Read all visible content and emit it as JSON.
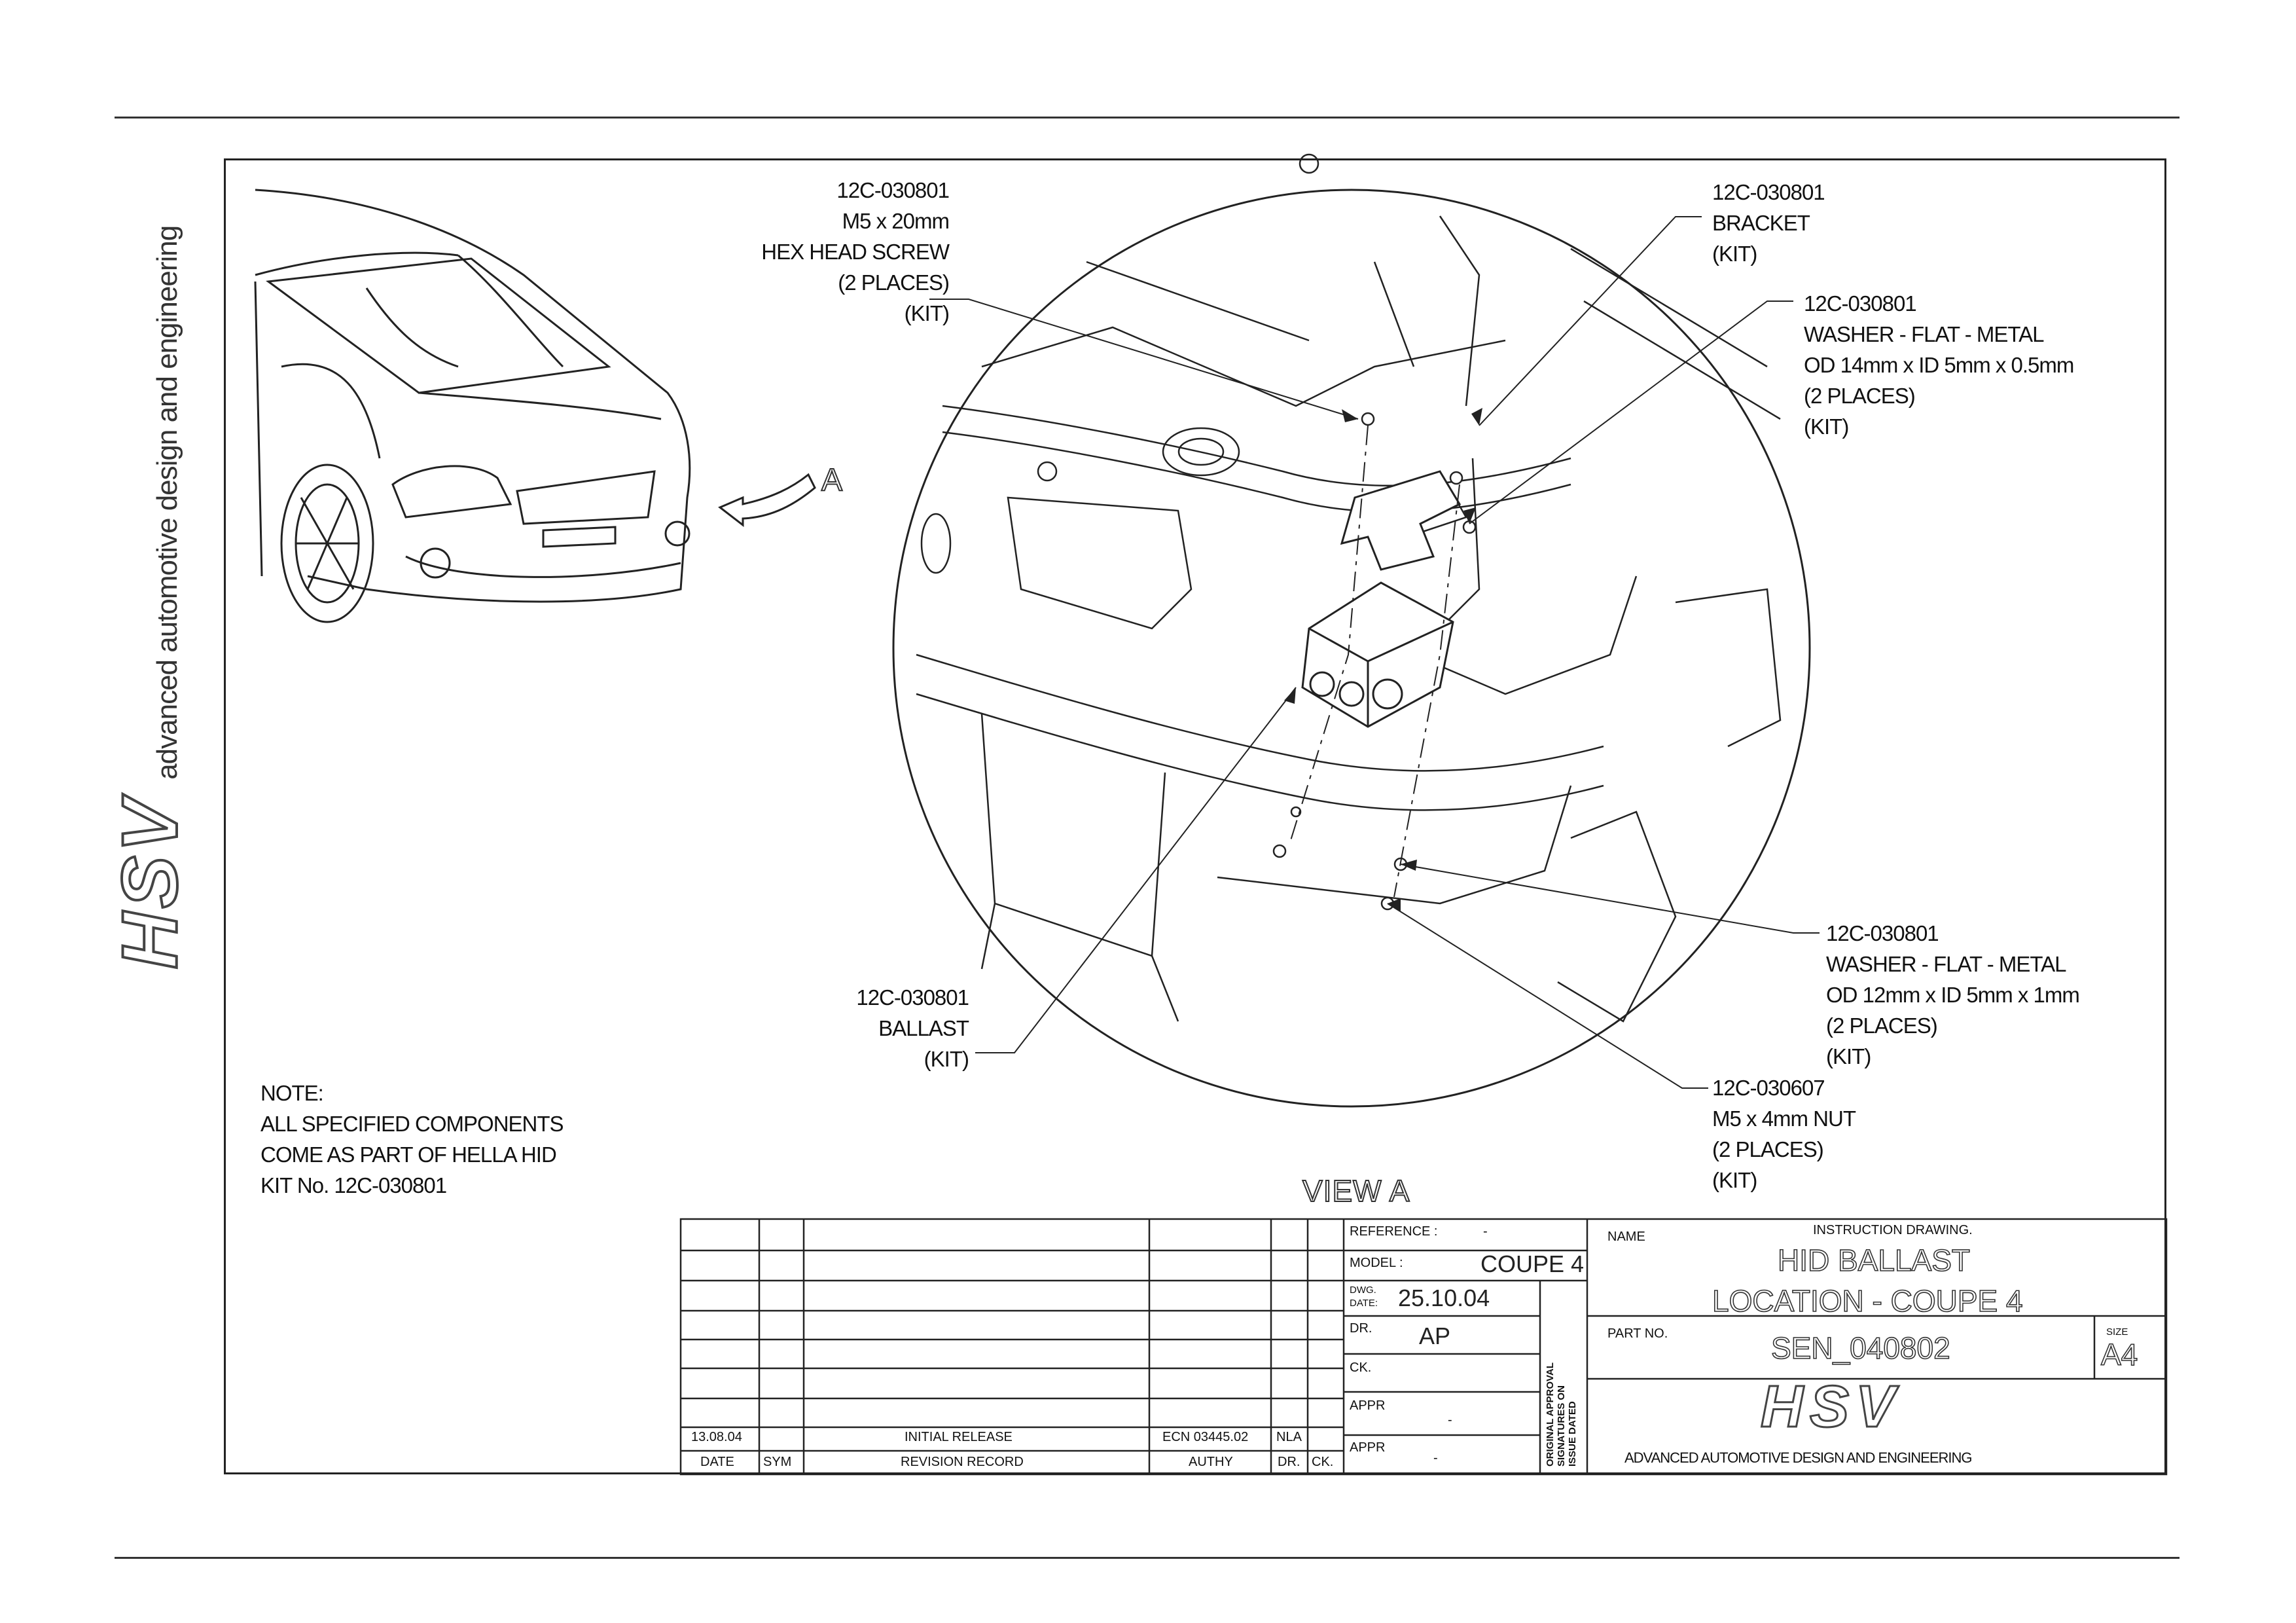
{
  "callouts": {
    "screw": [
      "12C-030801",
      "M5 x 20mm",
      "HEX HEAD SCREW",
      "(2 PLACES)",
      "(KIT)"
    ],
    "bracket": [
      "12C-030801",
      "BRACKET",
      "(KIT)"
    ],
    "washer_top": [
      "12C-030801",
      "WASHER - FLAT - METAL",
      "OD 14mm x ID 5mm x 0.5mm",
      "(2 PLACES)",
      "(KIT)"
    ],
    "washer_bottom": [
      "12C-030801",
      "WASHER - FLAT - METAL",
      "OD 12mm x ID 5mm x 1mm",
      "(2 PLACES)",
      "(KIT)"
    ],
    "nut": [
      "12C-030607",
      "M5 x 4mm NUT",
      "(2 PLACES)",
      "(KIT)"
    ],
    "ballast": [
      "12C-030801",
      "BALLAST",
      "(KIT)"
    ]
  },
  "note": [
    "NOTE:",
    "ALL SPECIFIED COMPONENTS",
    "COME AS PART OF HELLA HID",
    "KIT No. 12C-030801"
  ],
  "view_label": "VIEW A",
  "view_arrow_label": "A",
  "brand": {
    "logo_text": "HSV",
    "tagline": "advanced automotive design and engineering"
  },
  "title_block": {
    "revision": {
      "date": "13.08.04",
      "record": "INITIAL RELEASE",
      "authy": "ECN 03445.02",
      "dr": "NLA",
      "headers": [
        "DATE",
        "SYM",
        "REVISION RECORD",
        "AUTHY",
        "DR.",
        "CK."
      ]
    },
    "reference_label": "REFERENCE :",
    "reference_value": "-",
    "model_label": "MODEL :",
    "model_value": "COUPE 4",
    "dwg_date_label": [
      "DWG.",
      "DATE:"
    ],
    "dwg_date_value": "25.10.04",
    "dr_label": "DR.",
    "dr_value": "AP",
    "ck_label": "CK.",
    "appr_label": "APPR",
    "appr1_value": "-",
    "appr2_value": "-",
    "approval_note": [
      "ORIGINAL APPROVAL",
      "SIGNATURES ON",
      "ISSUE DATED"
    ],
    "name_label": "NAME",
    "doc_type": "INSTRUCTION DRAWING.",
    "title_lines": [
      "HID BALLAST",
      "LOCATION - COUPE 4"
    ],
    "part_no_label": "PART NO.",
    "part_no_value": "SEN_040802",
    "size_label": "SIZE",
    "size_value": "A4",
    "company": "ADVANCED AUTOMOTIVE DESIGN AND ENGINEERING"
  }
}
